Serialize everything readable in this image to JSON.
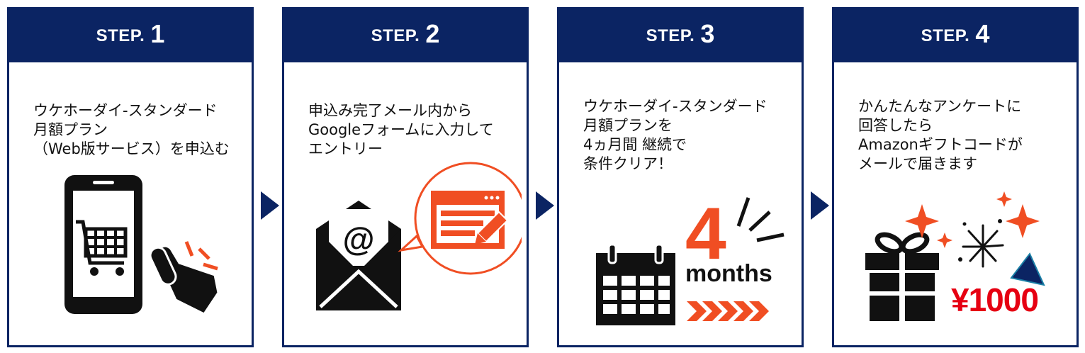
{
  "colors": {
    "navy": "#0b2463",
    "accent": "#f04e23",
    "price_red": "#e60012",
    "black": "#111111"
  },
  "steps": [
    {
      "word": "STEP.",
      "num": "1",
      "text": "ウケホーダイ-スタンダード\n月額プラン\n（Web版サービス）を申込む",
      "icons": [
        "smartphone-icon",
        "shopping-cart-icon",
        "tap-hand-icon"
      ]
    },
    {
      "word": "STEP.",
      "num": "2",
      "text": "申込み完了メール内から\nGoogleフォームに入力して\nエントリー",
      "icons": [
        "open-envelope-icon",
        "at-sign-icon",
        "web-form-icon",
        "pencil-icon"
      ]
    },
    {
      "word": "STEP.",
      "num": "3",
      "text": "ウケホーダイ-スタンダード\n月額プランを\n4ヵ月間 継続で\n条件クリア！",
      "big_number": "4",
      "unit": "months",
      "icons": [
        "calendar-icon",
        "chevrons-icon"
      ]
    },
    {
      "word": "STEP.",
      "num": "4",
      "text": "かんたんなアンケートに\n回答したら\nAmazonギフトコードが\nメールで届きます",
      "price": "¥1000",
      "icons": [
        "gift-box-icon",
        "sparkle-icon",
        "firework-icon",
        "party-popper-icon"
      ]
    }
  ]
}
